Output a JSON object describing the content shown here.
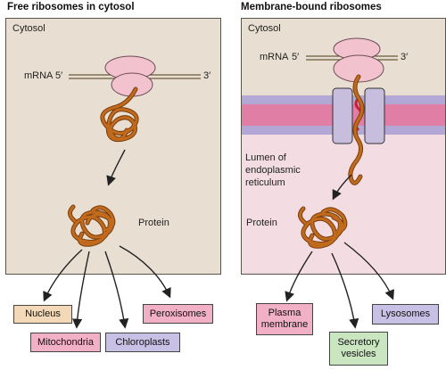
{
  "left": {
    "heading": "Free ribosomes in cytosol",
    "cytosol_label": "Cytosol",
    "mrna_label": "mRNA",
    "five_prime": "5′",
    "three_prime": "3′",
    "protein_label": "Protein",
    "destinations": [
      "Nucleus",
      "Peroxisomes",
      "Mitochondria",
      "Chloroplasts"
    ]
  },
  "right": {
    "heading": "Membrane-bound ribosomes",
    "cytosol_label": "Cytosol",
    "mrna_label": "mRNA",
    "five_prime": "5′",
    "three_prime": "3′",
    "lumen_label": "Lumen of endoplasmic reticulum",
    "protein_label": "Protein",
    "destinations": [
      "Plasma membrane",
      "Lysosomes",
      "Secretory vesicles"
    ]
  },
  "colors": {
    "cytosol": "#e8dfd2",
    "lumen": "#f3dde3",
    "membrane_pink": "#e07ea6",
    "membrane_purple": "#b3a7d6",
    "ribosome": "#f2c3cf",
    "protein": "#c26a1c",
    "box_nucleus": "#f3d9b8",
    "box_pink": "#f2b0c7",
    "box_purple": "#c9c0e6",
    "box_green": "#c9e6c0"
  }
}
